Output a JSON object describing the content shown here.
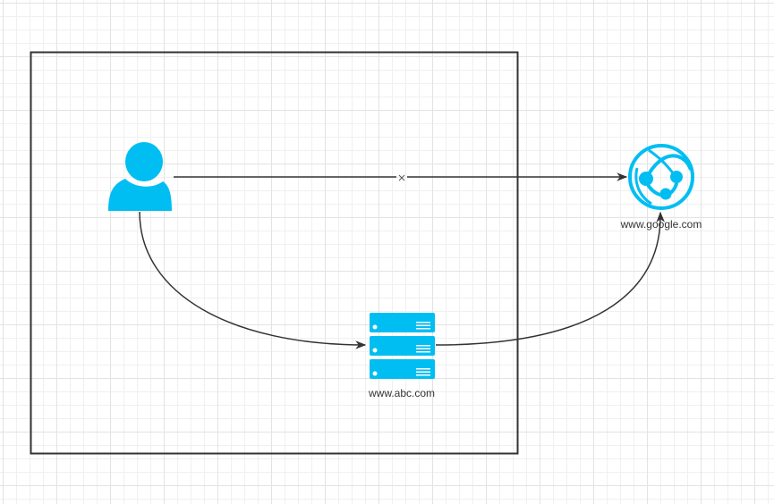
{
  "diagram": {
    "container": {
      "name": "network-boundary"
    },
    "nodes": [
      {
        "id": "user",
        "type": "user-icon",
        "label": ""
      },
      {
        "id": "server",
        "type": "server-icon",
        "label": "www.abc.com"
      },
      {
        "id": "web",
        "type": "globe-icon",
        "label": "www.google.com"
      }
    ],
    "edges": [
      {
        "from": "user",
        "to": "web",
        "style": "straight",
        "marker": "blocked-x"
      },
      {
        "from": "user",
        "to": "server",
        "style": "curved"
      },
      {
        "from": "server",
        "to": "web",
        "style": "curved"
      }
    ],
    "colors": {
      "icon": "#00BEF2",
      "stroke": "#333333",
      "text": "#333333"
    }
  }
}
